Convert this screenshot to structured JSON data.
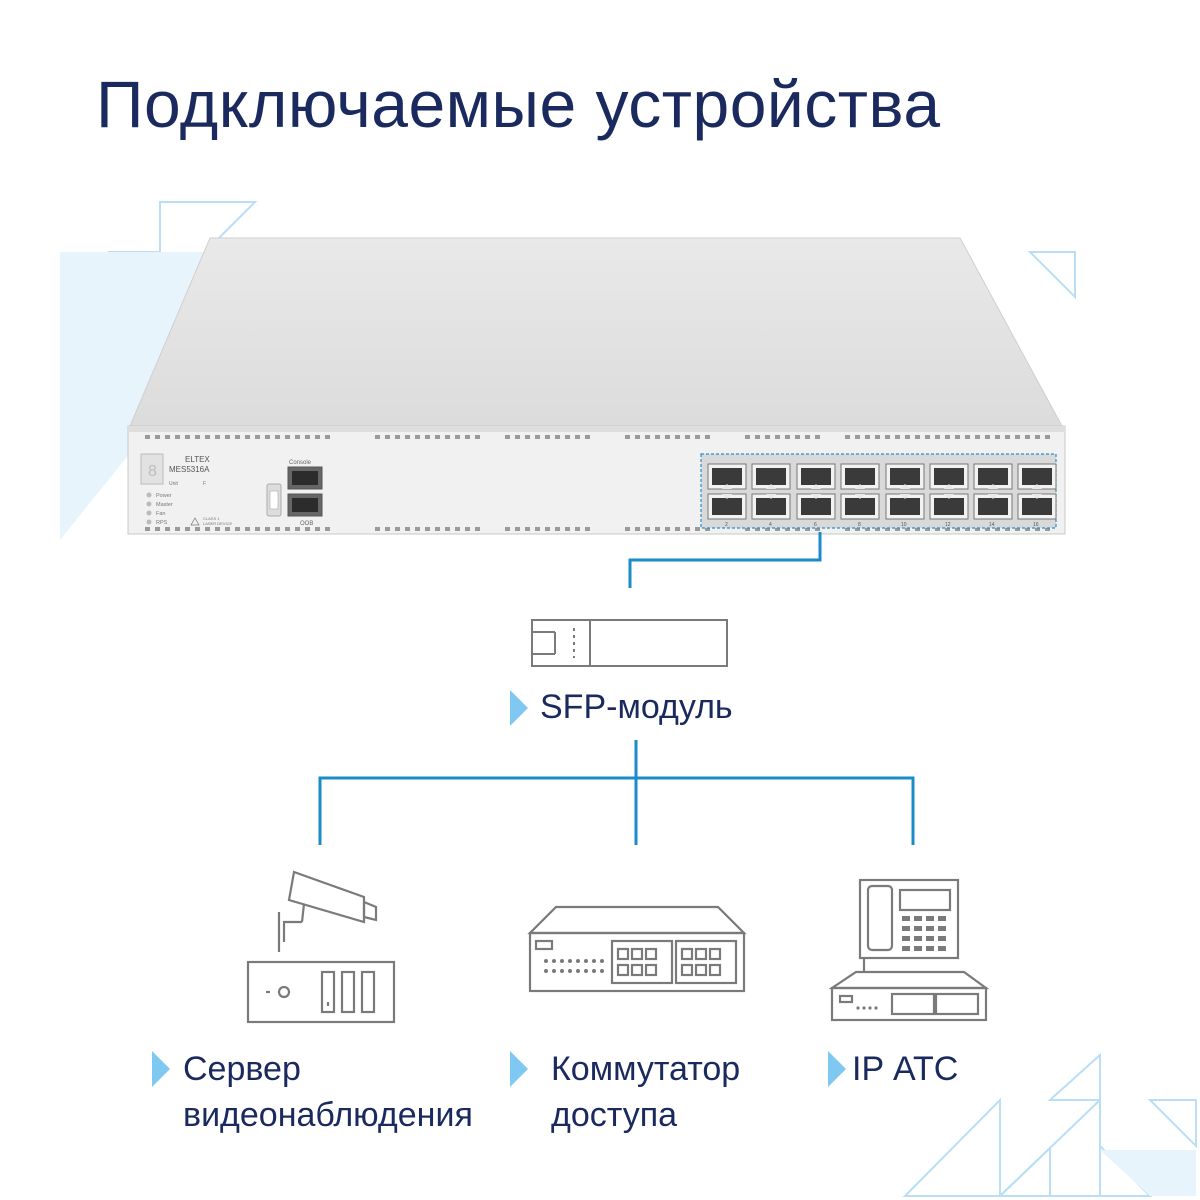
{
  "header": {
    "title": "Подключаемые устройства"
  },
  "switch": {
    "brand": "ELTEX",
    "model": "MES5316A",
    "unit_label": "Unit",
    "f_label": "F",
    "leds": [
      "Power",
      "Master",
      "Fan",
      "RPS"
    ],
    "laser_label_1": "CLASS 1",
    "laser_label_2": "LASER DEVICE",
    "console_label": "Console",
    "oob_label": "OOB",
    "port_numbers_top": [
      "1",
      "3",
      "5",
      "7",
      "9",
      "11",
      "13",
      "15"
    ],
    "port_numbers_bottom": [
      "2",
      "4",
      "6",
      "8",
      "10",
      "12",
      "14",
      "16"
    ]
  },
  "sfp": {
    "label": "SFP-модуль"
  },
  "devices": [
    {
      "name": "server",
      "line1": "Сервер",
      "line2": "видеонаблюдения",
      "icon": "server-camera-icon"
    },
    {
      "name": "switch",
      "line1": "Коммутатор",
      "line2": "доступа",
      "icon": "access-switch-icon"
    },
    {
      "name": "pbx",
      "line1": "IP АТС",
      "line2": "",
      "icon": "ip-pbx-icon"
    }
  ],
  "colors": {
    "title": "#1a2a5e",
    "accent": "#7ec8f2",
    "line": "#1a8cc9"
  }
}
